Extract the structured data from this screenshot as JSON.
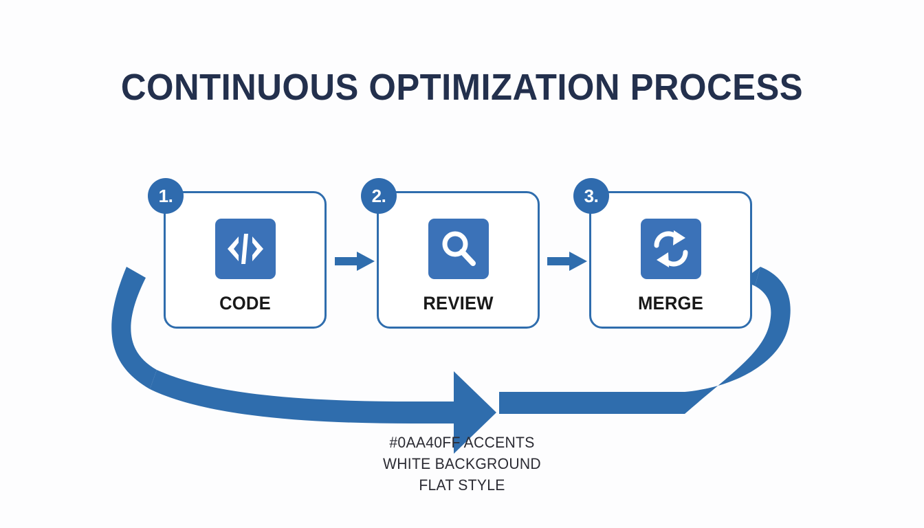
{
  "page": {
    "title": "CONTINUOUS OPTIMIZATION PROCESS",
    "background_color": "#FDFDFE",
    "accent_color": "#3B72B8",
    "border_color": "#2F6DAD",
    "title_color": "#23304D",
    "label_color": "#191919"
  },
  "steps": [
    {
      "badge": "1.",
      "label": "CODE",
      "icon": "code-brackets-icon"
    },
    {
      "badge": "2.",
      "label": "REVIEW",
      "icon": "magnifying-glass-icon"
    },
    {
      "badge": "3.",
      "label": "MERGE",
      "icon": "sync-arrows-icon"
    }
  ],
  "connectors": [
    {
      "icon": "right-arrow-icon"
    },
    {
      "icon": "right-arrow-icon"
    }
  ],
  "loop": {
    "icon": "loop-back-arrow-icon",
    "color": "#2F6DAD",
    "direction": "left-to-right along the bottom, returning from step 3 to step 1"
  },
  "caption": {
    "lines": [
      "#0AA40FF ACCENTS",
      "WHITE BACKGROUND",
      "FLAT STYLE"
    ]
  }
}
